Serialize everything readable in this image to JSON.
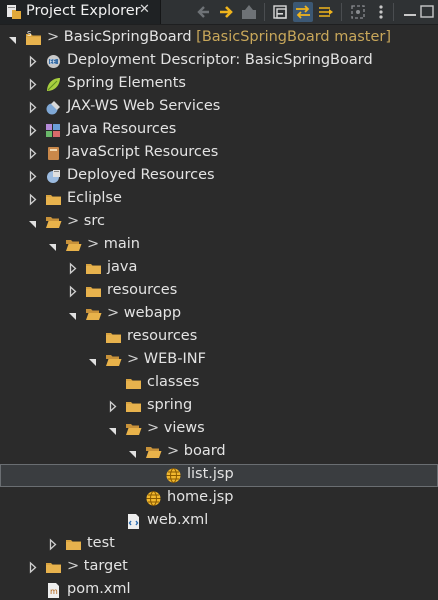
{
  "view": {
    "tab_title": "Project Explorer",
    "close_glyph": "✕",
    "toolbar": [
      {
        "name": "back-arrow-icon"
      },
      {
        "name": "forward-arrow-icon"
      },
      {
        "name": "up-folder-icon"
      },
      {
        "name": "collapse-all-icon"
      },
      {
        "name": "link-with-editor-icon"
      },
      {
        "name": "link-direction-icon"
      },
      {
        "name": "focus-icon"
      },
      {
        "name": "view-menu-icon"
      },
      {
        "name": "minimize-icon"
      }
    ]
  },
  "tree": {
    "rows": [
      {
        "id": "project",
        "prefix": "> ",
        "label": "BasicSpringBoard",
        "deco": " [BasicSpringBoard master]",
        "icon": "project-icon",
        "twisty": "expanded"
      },
      {
        "id": "deployment-descriptor",
        "label": "Deployment Descriptor: BasicSpringBoard",
        "icon": "deployment-descriptor-icon",
        "twisty": "collapsed"
      },
      {
        "id": "spring-elements",
        "label": "Spring Elements",
        "icon": "spring-leaf-icon",
        "twisty": "collapsed"
      },
      {
        "id": "jaxws",
        "label": "JAX-WS Web Services",
        "icon": "web-services-icon",
        "twisty": "collapsed"
      },
      {
        "id": "java-resources",
        "label": "Java Resources",
        "icon": "java-resources-icon",
        "twisty": "collapsed"
      },
      {
        "id": "javascript-resources",
        "label": "JavaScript Resources",
        "icon": "javascript-resources-icon",
        "twisty": "collapsed"
      },
      {
        "id": "deployed-resources",
        "label": "Deployed Resources",
        "icon": "deployed-resources-icon",
        "twisty": "collapsed"
      },
      {
        "id": "eclipse",
        "label": "Ecliplse",
        "icon": "folder-icon",
        "twisty": "collapsed"
      },
      {
        "id": "src",
        "prefix": "> ",
        "label": "src",
        "icon": "folder-open-icon",
        "twisty": "expanded"
      },
      {
        "id": "main",
        "prefix": "> ",
        "label": "main",
        "icon": "folder-open-icon",
        "twisty": "expanded"
      },
      {
        "id": "java",
        "label": "java",
        "icon": "folder-icon",
        "twisty": "collapsed"
      },
      {
        "id": "resources",
        "label": "resources",
        "icon": "folder-icon",
        "twisty": "collapsed"
      },
      {
        "id": "webapp",
        "prefix": "> ",
        "label": "webapp",
        "icon": "folder-open-icon",
        "twisty": "expanded"
      },
      {
        "id": "webapp-resources",
        "label": "resources",
        "icon": "folder-icon",
        "twisty": "none"
      },
      {
        "id": "web-inf",
        "prefix": "> ",
        "label": "WEB-INF",
        "icon": "folder-open-icon",
        "twisty": "expanded"
      },
      {
        "id": "classes",
        "label": "classes",
        "icon": "folder-icon",
        "twisty": "none"
      },
      {
        "id": "spring",
        "label": "spring",
        "icon": "folder-icon",
        "twisty": "collapsed"
      },
      {
        "id": "views",
        "prefix": "> ",
        "label": "views",
        "icon": "folder-open-icon",
        "twisty": "expanded"
      },
      {
        "id": "board",
        "prefix": "> ",
        "label": "board",
        "icon": "folder-open-icon",
        "twisty": "expanded"
      },
      {
        "id": "list-jsp",
        "label": "list.jsp",
        "icon": "jsp-file-icon",
        "twisty": "none",
        "selected": true
      },
      {
        "id": "home-jsp",
        "label": "home.jsp",
        "icon": "jsp-file-icon",
        "twisty": "none"
      },
      {
        "id": "web-xml",
        "label": "web.xml",
        "icon": "xml-file-icon",
        "twisty": "none"
      },
      {
        "id": "test",
        "label": "test",
        "icon": "folder-icon",
        "twisty": "collapsed"
      },
      {
        "id": "target",
        "prefix": "> ",
        "label": "target",
        "icon": "folder-icon",
        "twisty": "collapsed"
      },
      {
        "id": "pom-xml",
        "label": "pom.xml",
        "icon": "pom-file-icon",
        "twisty": "none"
      }
    ]
  },
  "colors": {
    "background": "#2b2b2b",
    "text": "#e3e3e3",
    "decoration": "#c8a75a",
    "folder": "#d9a441",
    "selection": "#3a3d40"
  }
}
